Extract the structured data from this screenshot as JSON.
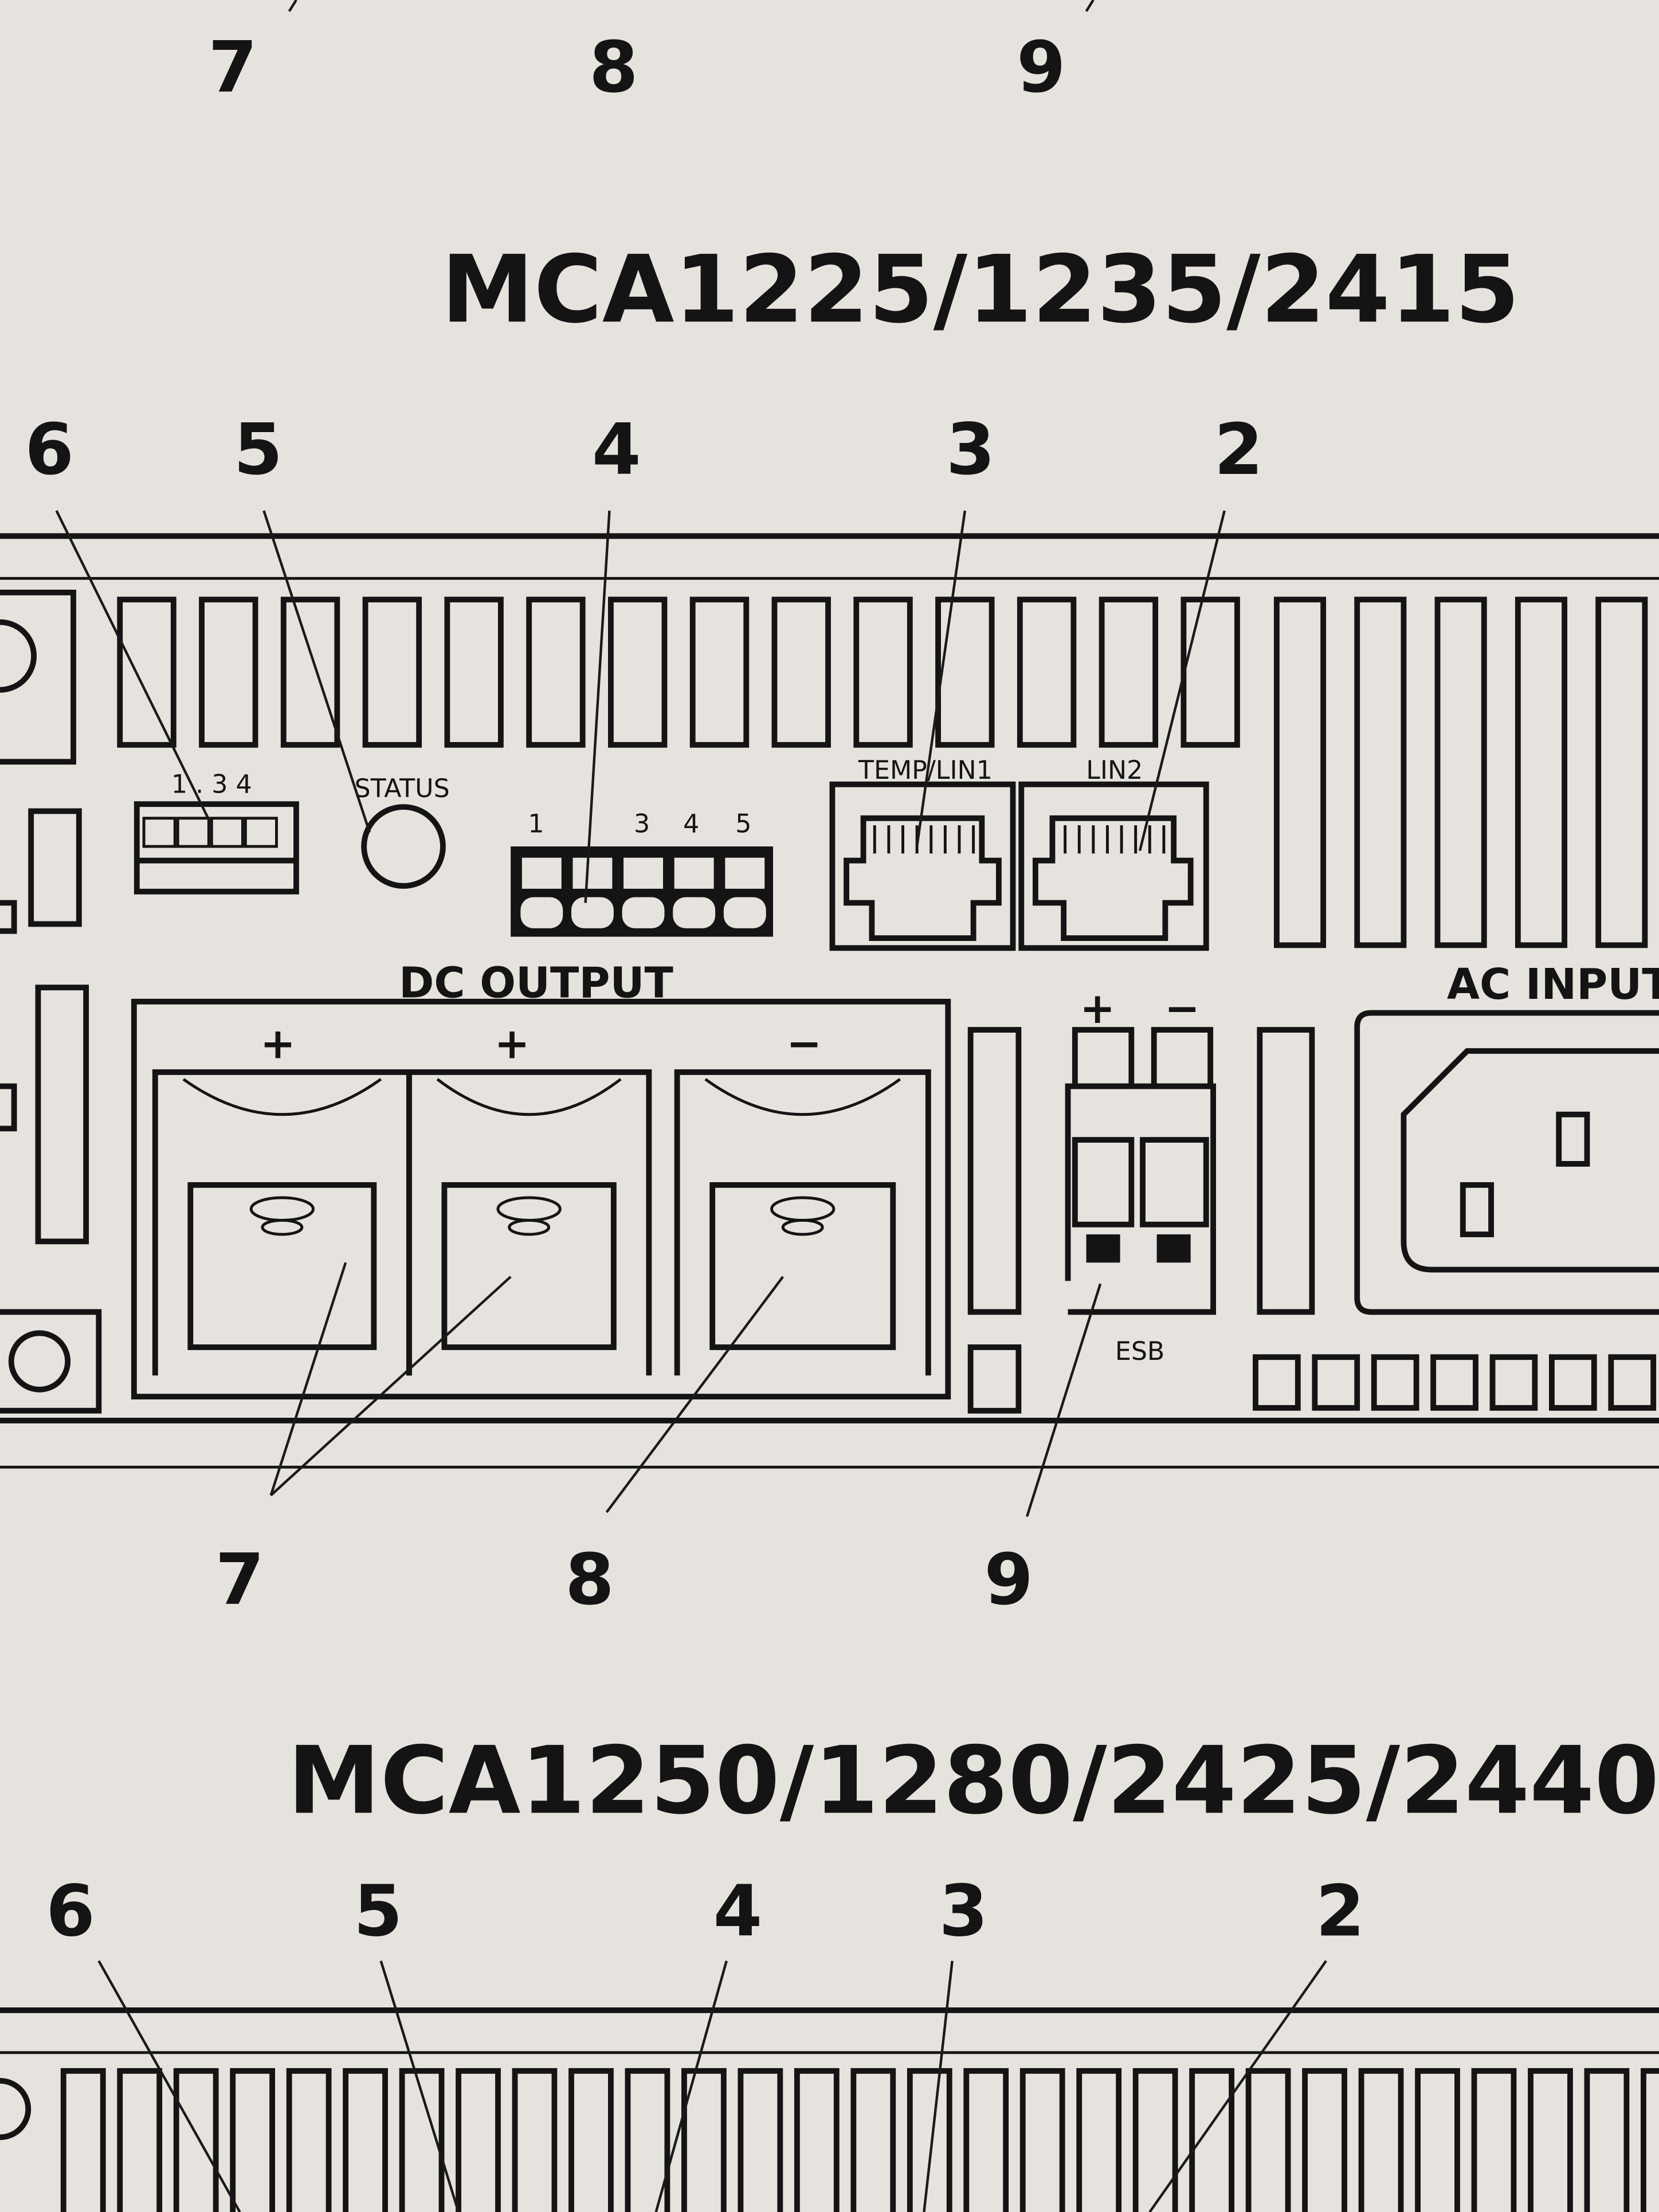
{
  "top_callouts": [
    "7",
    "8",
    "9"
  ],
  "model_1": {
    "title": "MCA1225/1235/2415",
    "callouts_top": [
      "6",
      "5",
      "4",
      "3",
      "2"
    ],
    "dip_switch_labels": "1 . 3 4",
    "status_label": "STATUS",
    "terminal_labels": [
      "1",
      "3",
      "4",
      "5"
    ],
    "port_1_label": "TEMP/LIN1",
    "port_2_label": "LIN2",
    "dc_output_label": "DC OUTPUT",
    "dc_polarity": [
      "+",
      "+",
      "−"
    ],
    "esb_polarity": [
      "+",
      "−"
    ],
    "esb_label": "ESB",
    "ac_input_label": "AC INPUT",
    "callouts_bottom": [
      "7",
      "8",
      "9"
    ]
  },
  "model_2": {
    "title": "MCA1250/1280/2425/2440",
    "callouts_top": [
      "6",
      "5",
      "4",
      "3",
      "2"
    ]
  }
}
